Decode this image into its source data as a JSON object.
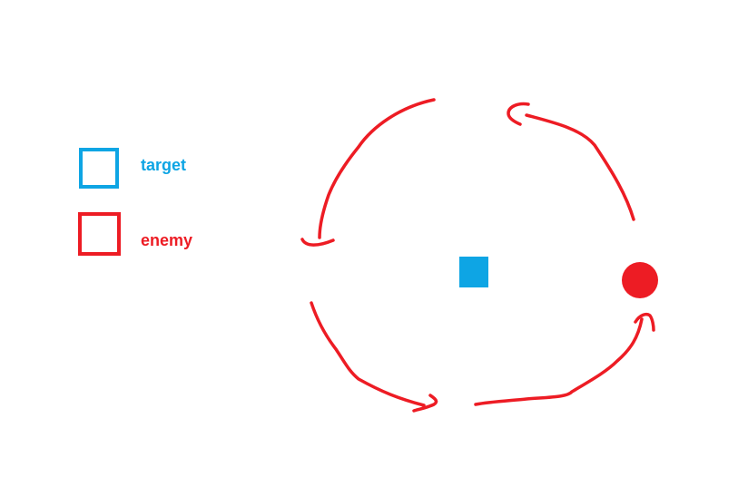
{
  "colors": {
    "target": "#0ea5e4",
    "enemy": "#ed1c24",
    "background": "#ffffff"
  },
  "legend": {
    "items": [
      {
        "label": "target",
        "shape": "square-outline",
        "color": "#0ea5e4"
      },
      {
        "label": "enemy",
        "shape": "square-outline",
        "color": "#ed1c24"
      }
    ]
  },
  "diagram": {
    "target": {
      "shape": "filled-square",
      "color": "#0ea5e4"
    },
    "enemy": {
      "shape": "filled-circle",
      "color": "#ed1c24"
    },
    "orbit_arrows": {
      "count": 4,
      "direction": "counter-clockwise",
      "color": "#ed1c24"
    }
  }
}
